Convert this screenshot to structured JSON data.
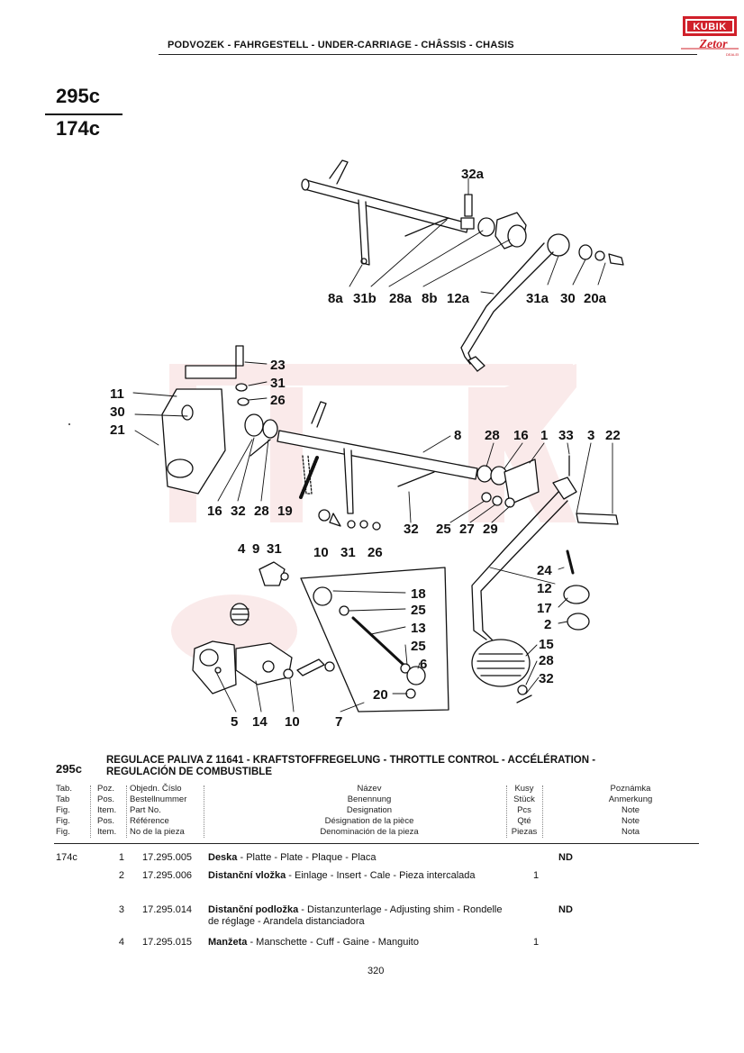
{
  "header": {
    "section": "PODVOZEK - FAHRGESTELL - UNDER-CARRIAGE - CHÂSSIS - CHASIS",
    "logo_top": "KUBIK",
    "logo_bottom": "Zetor"
  },
  "figure_codes": {
    "top": "295c",
    "bottom": "174c"
  },
  "diagram_callouts": {
    "group_a": [
      "32a",
      "8a",
      "31b",
      "28a",
      "8b",
      "12a",
      "31a",
      "30",
      "20a"
    ],
    "group_b": [
      "23",
      "31",
      "26",
      "11",
      "30",
      "21",
      "8",
      "28",
      "16",
      "1",
      "33",
      "3",
      "22",
      "16",
      "32",
      "28",
      "19",
      "32",
      "25",
      "27",
      "29",
      "10",
      "31",
      "26"
    ],
    "group_c": [
      "4",
      "9",
      "31",
      "18",
      "25",
      "13",
      "25",
      "6",
      "20",
      "5",
      "14",
      "10",
      "7",
      "24",
      "12",
      "17",
      "2",
      "15",
      "28",
      "32"
    ]
  },
  "table": {
    "code": "295c",
    "title_line1": "REGULACE PALIVA Z 11641 - KRAFTSTOFFREGELUNG - THROTTLE CONTROL - ACCÉLÉRATION -",
    "title_line2": "REGULACIÓN DE COMBUSTIBLE",
    "headers": {
      "tab": [
        "Tab.",
        "Tab",
        "Fig.",
        "Fig.",
        "Fig."
      ],
      "pos": [
        "Poz.",
        "Pos.",
        "Item.",
        "Pos.",
        "Item."
      ],
      "part": [
        "Objedn. Číslo",
        "Bestellnummer",
        "Part No.",
        "Référence",
        "No de la pieza"
      ],
      "name": [
        "Název",
        "Benennung",
        "Designation",
        "Désignation de la pièce",
        "Denominación de la pieza"
      ],
      "qty": [
        "Kusy",
        "Stück",
        "Pcs",
        "Qté",
        "Piezas"
      ],
      "note": [
        "Poznámka",
        "Anmerkung",
        "Note",
        "Note",
        "Nota"
      ]
    },
    "rows": [
      {
        "tab": "174c",
        "pos": "1",
        "part": "17.295.005",
        "name_bold": "Deska",
        "name_rest": " - Platte - Plate - Plaque - Placa",
        "qty": "",
        "note": "ND"
      },
      {
        "tab": "",
        "pos": "2",
        "part": "17.295.006",
        "name_bold": "Distanční vložka",
        "name_rest": " - Einlage - Insert - Cale - Pieza intercalada",
        "qty": "1",
        "note": ""
      },
      {
        "tab": "",
        "pos": "3",
        "part": "17.295.014",
        "name_bold": "Distanční podložka",
        "name_rest": " - Distanzunterlage - Adjusting shim - Rondelle de réglage - Arandela distanciadora",
        "qty": "",
        "note": "ND"
      },
      {
        "tab": "",
        "pos": "4",
        "part": "17.295.015",
        "name_bold": "Manžeta",
        "name_rest": " - Manschette - Cuff - Gaine - Manguito",
        "qty": "1",
        "note": ""
      }
    ]
  },
  "page_number": "320",
  "colors": {
    "ink": "#111111",
    "logo_red": "#d0202a",
    "watermark": "#f3c8c8"
  }
}
